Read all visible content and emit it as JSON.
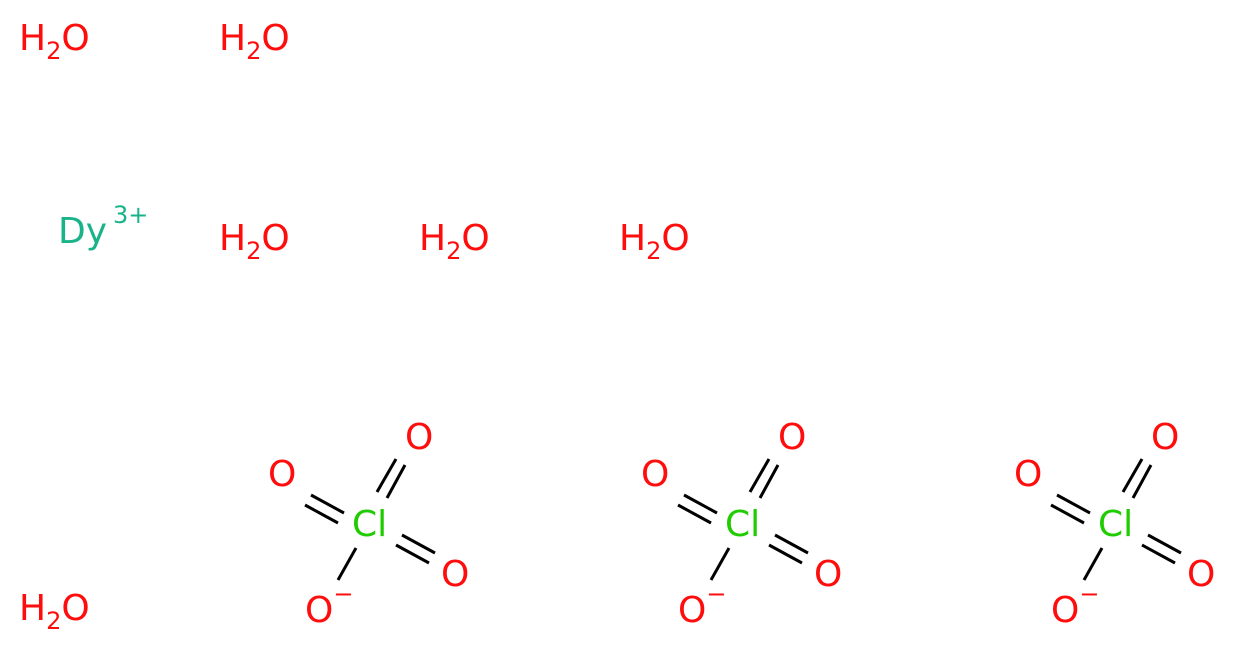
{
  "colors": {
    "oxygen": "#ff0d0d",
    "chlorine": "#1fcc00",
    "dysprosium": "#19b38a",
    "bond": "#000000",
    "background": "#ffffff"
  },
  "water": {
    "h": "H",
    "sub": "2",
    "o": "O"
  },
  "dysprosium": {
    "symbol": "Dy",
    "charge": "3+"
  },
  "perchlorate": {
    "cl": "Cl",
    "o": "O",
    "charge": "−"
  }
}
